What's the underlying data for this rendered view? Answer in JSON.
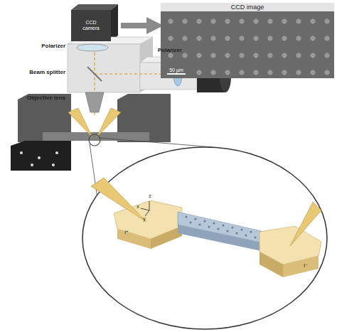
{
  "diagram": {
    "nodes": [
      {
        "text": [
          "CCD camera"
        ]
      },
      {
        "text": [
          "CCD image",
          "50 μm"
        ]
      }
    ],
    "edges": [
      {
        "from": 0,
        "to": 1,
        "arrow": "to"
      }
    ],
    "labels": [
      "Polarizer",
      "Beam splitter",
      "Objective lens",
      "Polarizer",
      "z",
      "x",
      "y",
      "I⁺",
      "I⁻"
    ]
  }
}
